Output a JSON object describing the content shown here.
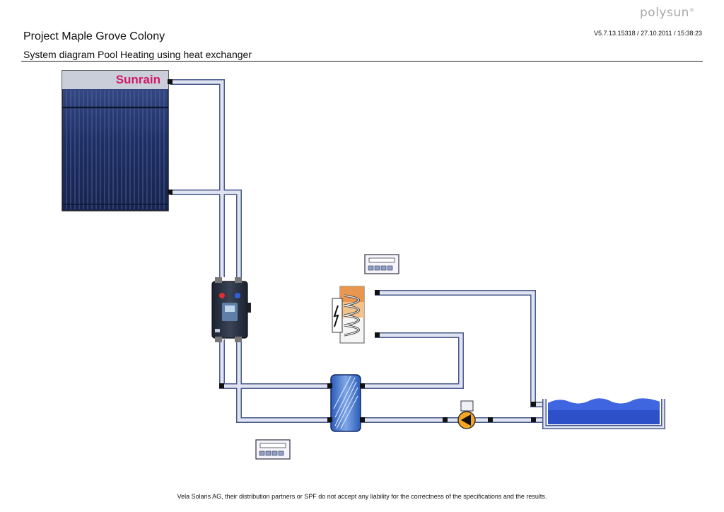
{
  "header": {
    "brand": "polysun",
    "brand_mark": "®",
    "project_title": "Project Maple Grove Colony",
    "version_info": "V5.7.13.15318 / 27.10.2011 / 15:38:23",
    "diagram_title": "System diagram Pool Heating using heat exchanger"
  },
  "diagram": {
    "collector_brand": "Sunrain",
    "colors": {
      "pipe_fill": "#dfe3f2",
      "pipe_edge": "#4a5a8a",
      "collector_blue": "#1e2f63",
      "pool_water": "#2d50c8",
      "pump_orange": "#f5a623",
      "heater_orange": "#e89650",
      "brand_pink": "#d0186a"
    }
  },
  "footer": {
    "disclaimer": "Vela Solaris AG, their distribution partners or SPF do not accept any liability for the correctness of the specifications and the results."
  }
}
